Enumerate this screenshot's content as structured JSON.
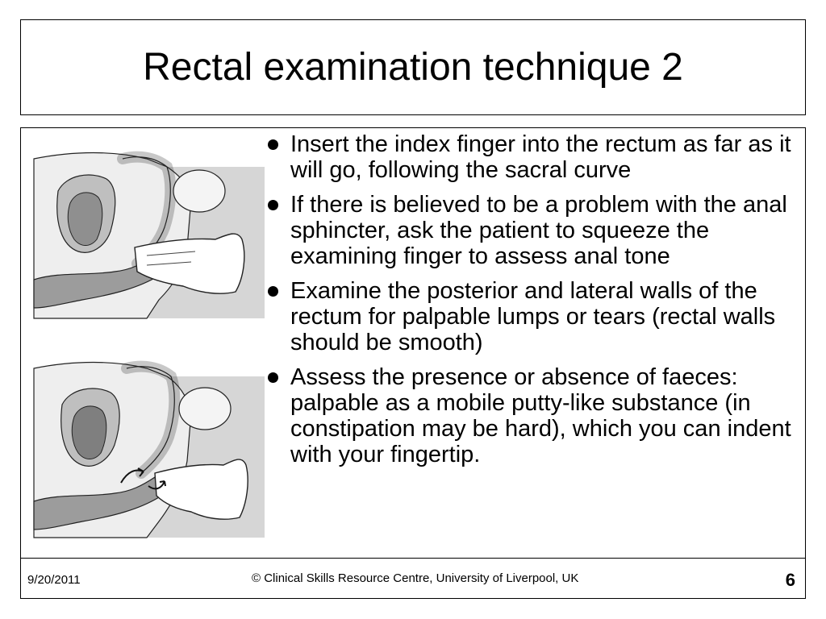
{
  "slide": {
    "title": "Rectal examination technique 2",
    "bullets": [
      "Insert the index finger into the rectum as far as it will go, following the sacral curve",
      "If there is believed to be a problem with the anal sphincter, ask the patient to squeeze the examining finger to assess anal tone",
      "Examine the posterior and lateral walls of the rectum for palpable lumps or tears (rectal walls should be smooth)",
      "Assess the presence or absence of faeces: palpable as a mobile putty-like substance (in constipation may be hard), which you can indent with your fingertip."
    ]
  },
  "footer": {
    "date": "9/20/2011",
    "copyright": "© Clinical Skills Resource Centre, University of Liverpool, UK",
    "page_number": "6"
  },
  "figure": {
    "panels": [
      "finger-insertion-illustration",
      "finger-sweep-illustration"
    ],
    "colors": {
      "fill_light": "#cfcfcf",
      "fill_mid": "#a9a9a9",
      "fill_dark": "#8a8a8a",
      "outline": "#222222"
    }
  }
}
